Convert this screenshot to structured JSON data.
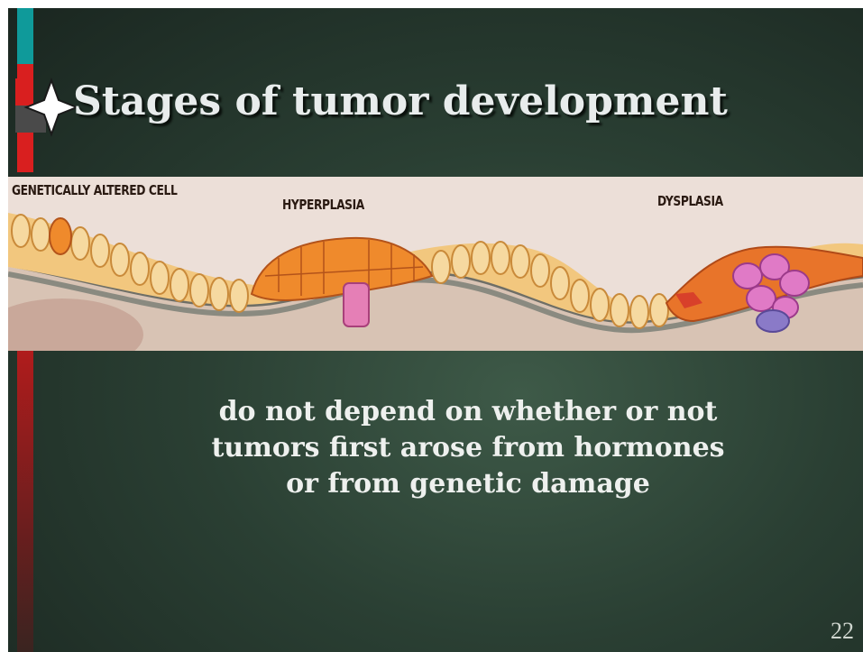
{
  "slide": {
    "title": "Stages of  tumor development",
    "illustration_labels": {
      "genetically_altered_cell": "GENETICALLY ALTERED CELL",
      "hyperplasia": "HYPERPLASIA",
      "dysplasia": "DYSPLASIA"
    },
    "body_lines": [
      "do not depend on whether or not",
      "tumors first arose from hormones",
      "or from genetic damage"
    ],
    "page_number": "22"
  },
  "colors": {
    "background": "#2a3f33",
    "accent_teal": "#0f9a9a",
    "accent_red": "#d91f1f",
    "text": "#eef0ee"
  },
  "icons": {
    "title_bullet": "four-point-star-bullet-icon"
  }
}
